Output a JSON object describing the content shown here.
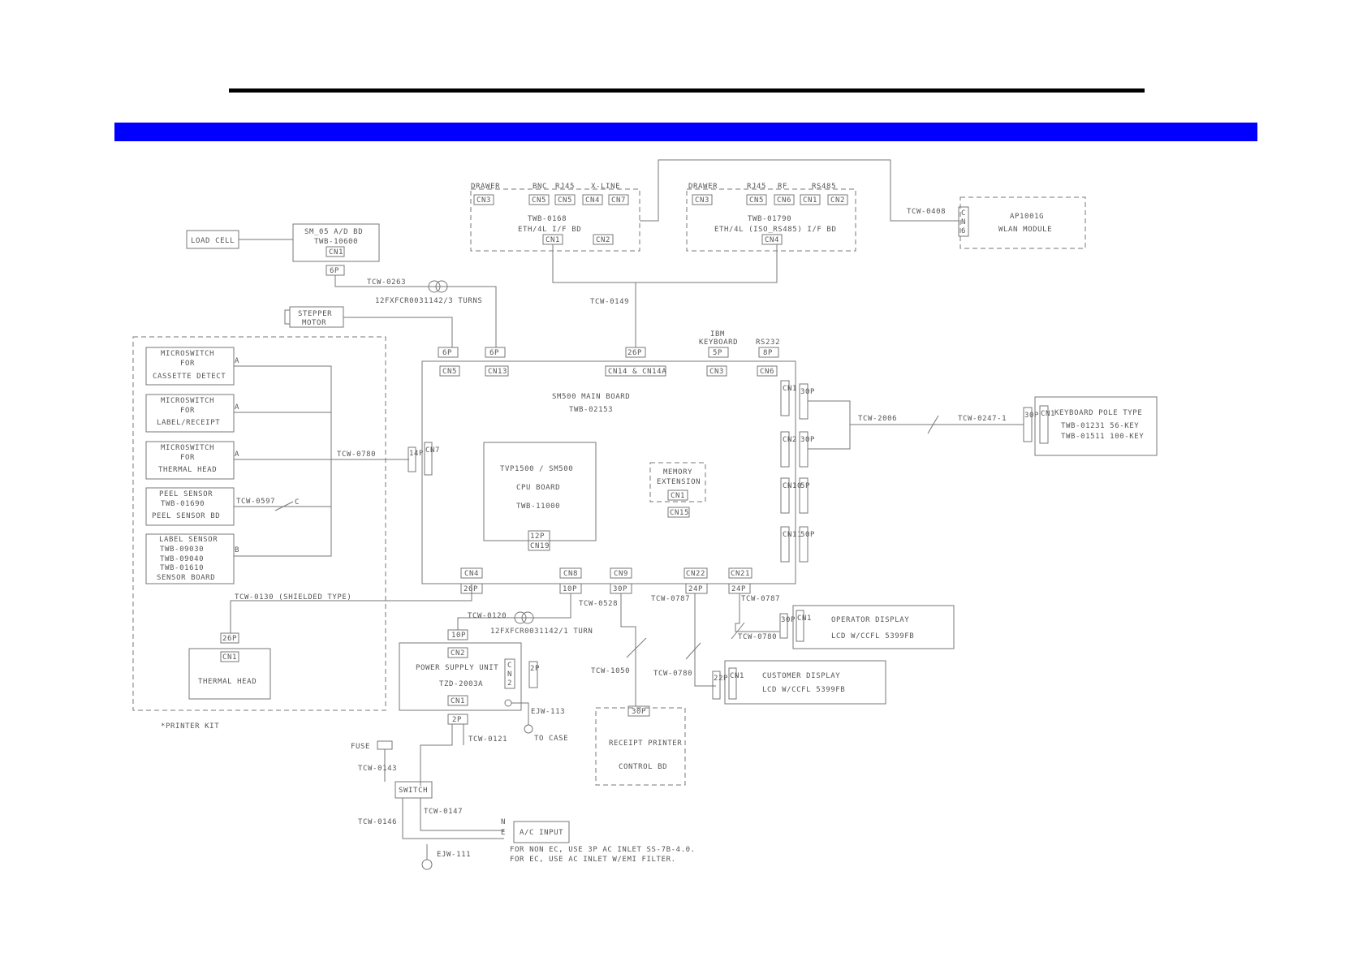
{
  "header": {
    "bar_color": "#0000ff",
    "rule_color": "#000000"
  },
  "diagram": {
    "eth_bd1": {
      "labels": [
        "DRAWER",
        "BNC",
        "RJ45",
        "X-LINE"
      ],
      "cn": [
        "CN3",
        "CN5",
        "CN5",
        "CN4",
        "CN7"
      ],
      "name": "TWB-0168",
      "desc": "ETH/4L I/F BD",
      "cn_bottom": [
        "CN1",
        "CN2"
      ]
    },
    "eth_bd2": {
      "labels": [
        "DRAWER",
        "RJ45",
        "RF",
        "RS485"
      ],
      "cn": [
        "CN3",
        "CN5",
        "CN6",
        "CN1",
        "CN2"
      ],
      "name": "TWB-01790",
      "desc": "ETH/4L (ISO_RS485) I/F BD",
      "cn_bottom": "CN4"
    },
    "wlan": {
      "cable": "TCW-0408",
      "cn": [
        "C",
        "N",
        "6"
      ],
      "name": "AP1001G",
      "desc": "WLAN MODULE"
    },
    "load_cell": "LOAD CELL",
    "sm_ad": {
      "name": "SM_05 A/D BD",
      "code": "TWB-10600",
      "cn": "CN1",
      "pin": "6P"
    },
    "tcw_0263": "TCW-0263",
    "ferrite1": "12FXFCR0031142/3 TURNS",
    "tcw_0149": "TCW-0149",
    "stepper": [
      "STEPPER",
      "MOTOR"
    ],
    "printer_kit": {
      "switch1": [
        "MICROSWITCH",
        "FOR",
        "CASSETTE DETECT"
      ],
      "switch2": [
        "MICROSWITCH",
        "FOR",
        "LABEL/RECEIPT"
      ],
      "switch3": [
        "MICROSWITCH",
        "FOR",
        "THERMAL HEAD"
      ],
      "peel": [
        "PEEL SENSOR",
        "TWB-01690",
        "PEEL SENSOR BD"
      ],
      "label": [
        "LABEL SENSOR",
        "TWB-09030",
        "TWB-09040",
        "TWB-01610",
        "SENSOR BOARD"
      ],
      "tap_a": "A",
      "tap_b": "B",
      "tap_c": "C",
      "tcw_0597": "TCW-0597",
      "tcw_0780": "TCW-0780",
      "tcw_0130": "TCW-0130 (SHIELDED TYPE)",
      "thermal_pin": "26P",
      "thermal_cn": "CN1",
      "thermal": "THERMAL HEAD",
      "kit_label": "*PRINTER KIT"
    },
    "main": {
      "top_pins": [
        "6P",
        "6P",
        "26P",
        "5P",
        "8P"
      ],
      "top_cn": [
        "CN5",
        "CN13",
        "CN14 & CN14A",
        "CN3",
        "CN6"
      ],
      "ibm_kb": [
        "IBM",
        "KEYBOARD"
      ],
      "rs232": "RS232",
      "name": "SM500 MAIN BOARD",
      "code": "TWB-02153",
      "cpu": [
        "TVP1500 / SM500",
        "CPU BOARD",
        "TWB-11000"
      ],
      "cpu_pin": "12P",
      "cpu_cn": "CN19",
      "memory": [
        "MEMORY",
        "EXTENSION"
      ],
      "mem_cn": "CN1",
      "mem_cn15": "CN15",
      "left_pin": "14P",
      "left_cn": "CN7",
      "right_cn": [
        "CN1",
        "CN2",
        "CN10",
        "CN11"
      ],
      "right_pins": [
        "30P",
        "30P",
        "5P",
        "50P"
      ],
      "bottom_cn": [
        "CN4",
        "CN8",
        "CN9",
        "CN22",
        "CN21"
      ],
      "bottom_pins": [
        "26P",
        "10P",
        "30P",
        "24P",
        "24P"
      ]
    },
    "keyboard": {
      "cable1": "TCW-2006",
      "cable2": "TCW-0247-1",
      "pin": "30P",
      "cn": "CN1",
      "lines": [
        "KEYBOARD POLE TYPE",
        "TWB-01231 56-KEY",
        "TWB-01511 100-KEY"
      ]
    },
    "power": {
      "cable": "TCW-0120",
      "ferrite": "12FXFCR0031142/1 TURN",
      "pin_top": "10P",
      "cn_top": "CN2",
      "name": "POWER SUPPLY UNIT",
      "code": "TZD-2003A",
      "cn_bottom": "CN1",
      "cn_side": [
        "C",
        "N",
        "2"
      ],
      "side_pin": "2P",
      "pin_bottom": "2P",
      "ejw_113": "EJW-113",
      "to_case": "TO CASE",
      "tcw_0121": "TCW-0121"
    },
    "tcw_0528": "TCW-0528",
    "tcw_0787a": "TCW-0787",
    "tcw_0787b": "TCW-0787",
    "tcw_1050": "TCW-1050",
    "tcw_0780b": "TCW-0780",
    "tcw_0780c": "TCW-0780",
    "receipt": {
      "pin": "30P",
      "lines": [
        "RECEIPT PRINTER",
        "CONTROL BD"
      ]
    },
    "operator": {
      "pin": "30P",
      "cn": "CN1",
      "lines": [
        "OPERATOR DISPLAY",
        "LCD W/CCFL 5399FB"
      ]
    },
    "customer": {
      "pin": "22P",
      "cn": "CN1",
      "lines": [
        "CUSTOMER DISPLAY",
        "LCD W/CCFL 5399FB"
      ]
    },
    "ac": {
      "fuse": "FUSE",
      "tcw_0143": "TCW-0143",
      "switch": "SWITCH",
      "tcw_0146": "TCW-0146",
      "tcw_0147": "TCW-0147",
      "n": "N",
      "e": "E",
      "inlet": "A/C INPUT",
      "ejw_111": "EJW-111",
      "note1": "FOR NON EC, USE 3P AC INLET SS-7B-4.0.",
      "note2": "FOR EC, USE AC INLET W/EMI FILTER."
    }
  }
}
